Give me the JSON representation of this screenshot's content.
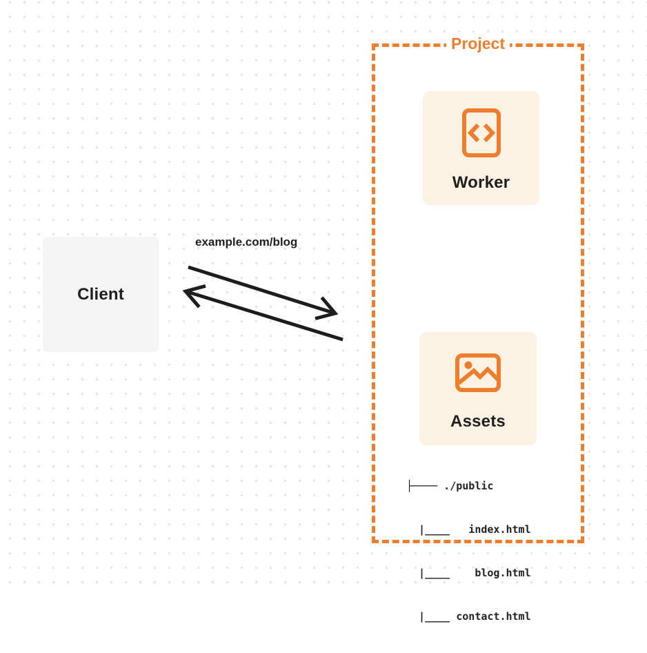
{
  "colors": {
    "orange": "#EE7D2D",
    "card_bg": "#FCF2E4",
    "client_bg": "#F5F5F6",
    "ink": "#1F1F1F",
    "arrow": "#1D1D1D",
    "tree_text": "#222222",
    "dot": "#E6E6E6"
  },
  "client": {
    "label": "Client"
  },
  "request": {
    "url_label": "example.com/blog"
  },
  "project": {
    "title": "Project",
    "worker": {
      "label": "Worker",
      "icon": "code-file-icon"
    },
    "assets": {
      "label": "Assets",
      "icon": "image-icon"
    },
    "file_tree": {
      "lines": [
        "├──── ./public",
        "  |____   index.html",
        "  |____    blog.html",
        "  |____ contact.html"
      ]
    }
  }
}
